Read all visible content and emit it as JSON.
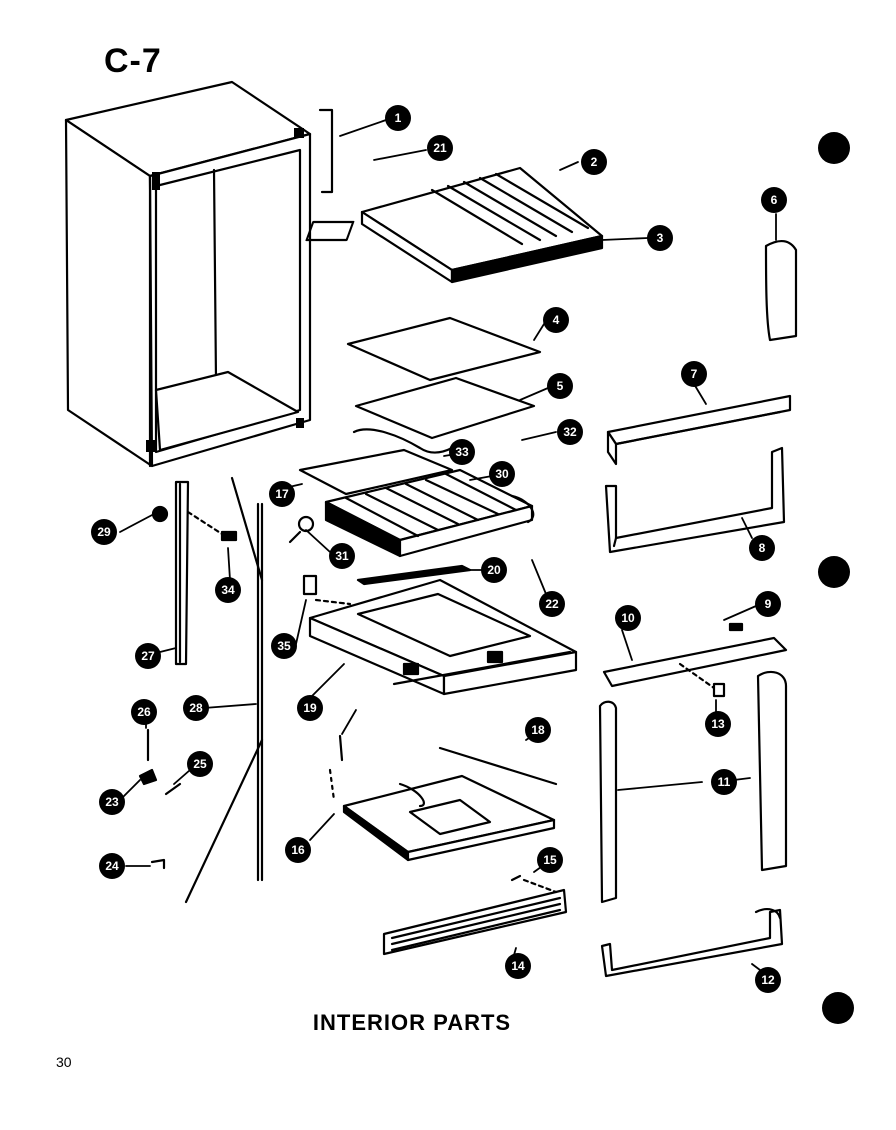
{
  "page_code": "C-7",
  "title": "INTERIOR PARTS",
  "page_number": "30",
  "callouts": [
    "1",
    "2",
    "3",
    "4",
    "5",
    "6",
    "7",
    "8",
    "9",
    "10",
    "11",
    "12",
    "13",
    "14",
    "15",
    "16",
    "17",
    "18",
    "19",
    "20",
    "21",
    "22",
    "23",
    "24",
    "25",
    "26",
    "27",
    "28",
    "29",
    "30",
    "31",
    "32",
    "33",
    "34",
    "35"
  ]
}
